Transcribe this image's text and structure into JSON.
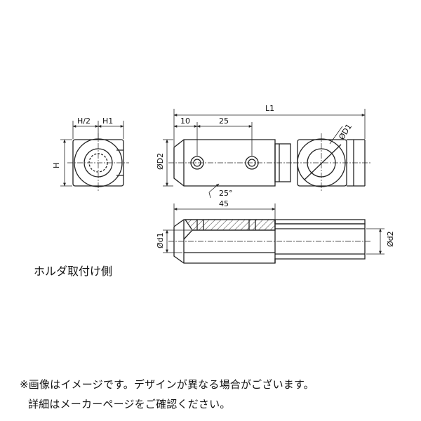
{
  "labels": {
    "h_half": "H/2",
    "h1": "H1",
    "h": "H",
    "l1": "L1",
    "dim_10": "10",
    "dim_25": "25",
    "od2": "ØD2",
    "od1": "ØD1",
    "angle": "25°",
    "dim_45": "45",
    "od1_small": "Ød1",
    "od2_small": "Ød2"
  },
  "side_label": "ホルダ取付け側",
  "notes": {
    "line1": "※画像はイメージです。デザインが異なる場合がございます。",
    "line2": "詳細はメーカーページをご確認ください。"
  }
}
